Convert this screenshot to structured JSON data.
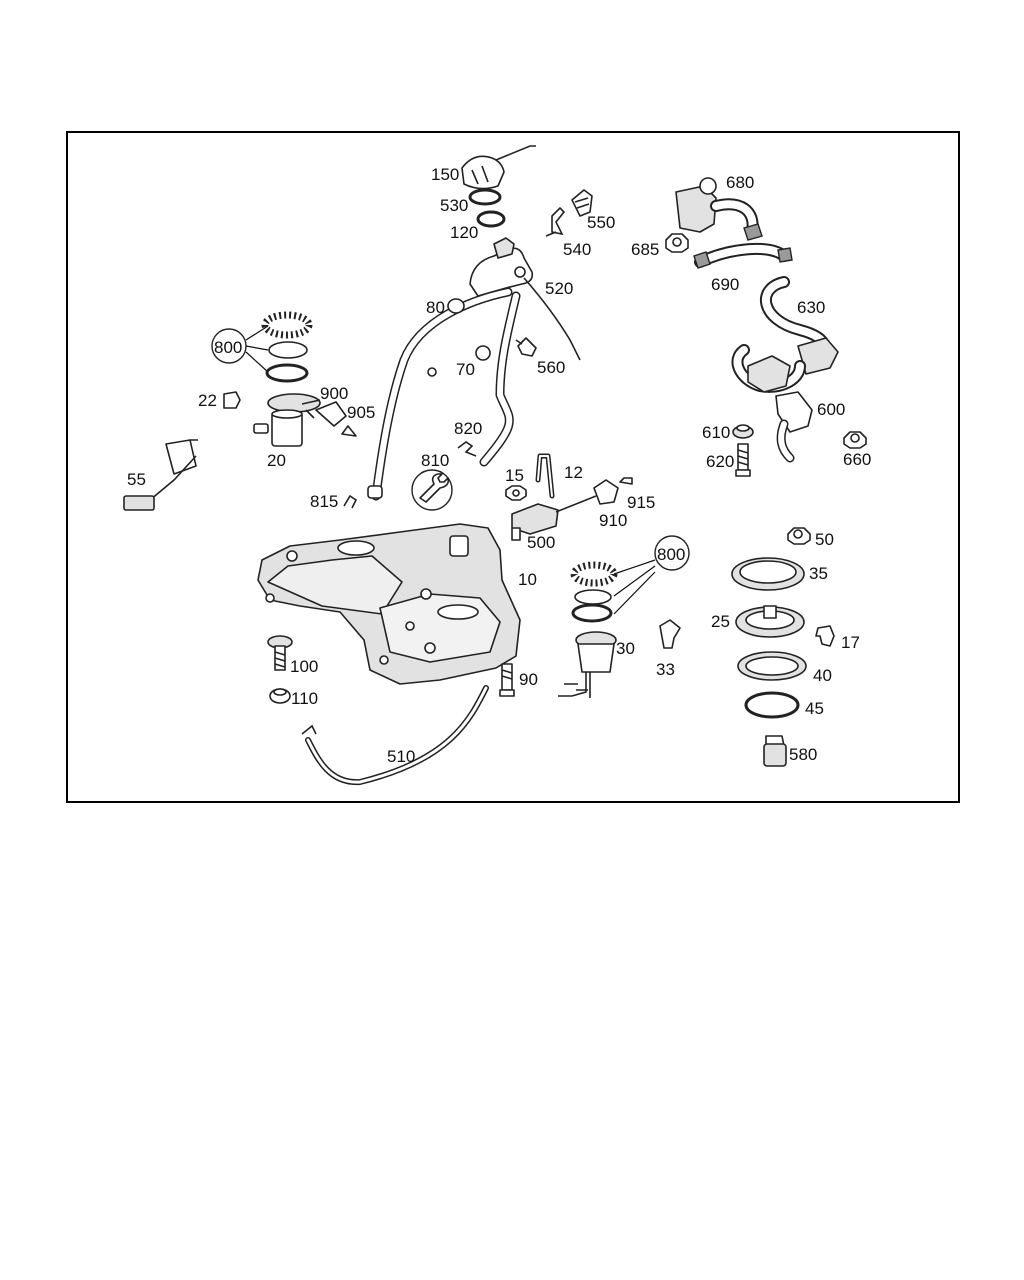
{
  "diagram": {
    "labels": {
      "l10": "10",
      "l12": "12",
      "l15": "15",
      "l17": "17",
      "l20": "20",
      "l22": "22",
      "l25": "25",
      "l30": "30",
      "l33": "33",
      "l35": "35",
      "l40": "40",
      "l45": "45",
      "l50": "50",
      "l55": "55",
      "l70": "70",
      "l80": "80",
      "l90": "90",
      "l100": "100",
      "l110": "110",
      "l120": "120",
      "l150": "150",
      "l500": "500",
      "l510": "510",
      "l520": "520",
      "l530": "530",
      "l540": "540",
      "l550": "550",
      "l560": "560",
      "l580": "580",
      "l600": "600",
      "l610": "610",
      "l620": "620",
      "l630": "630",
      "l660": "660",
      "l680": "680",
      "l685": "685",
      "l690": "690",
      "l800a": "800",
      "l800b": "800",
      "l810": "810",
      "l815": "815",
      "l820": "820",
      "l900": "900",
      "l905": "905",
      "l910": "910",
      "l915": "915"
    }
  }
}
